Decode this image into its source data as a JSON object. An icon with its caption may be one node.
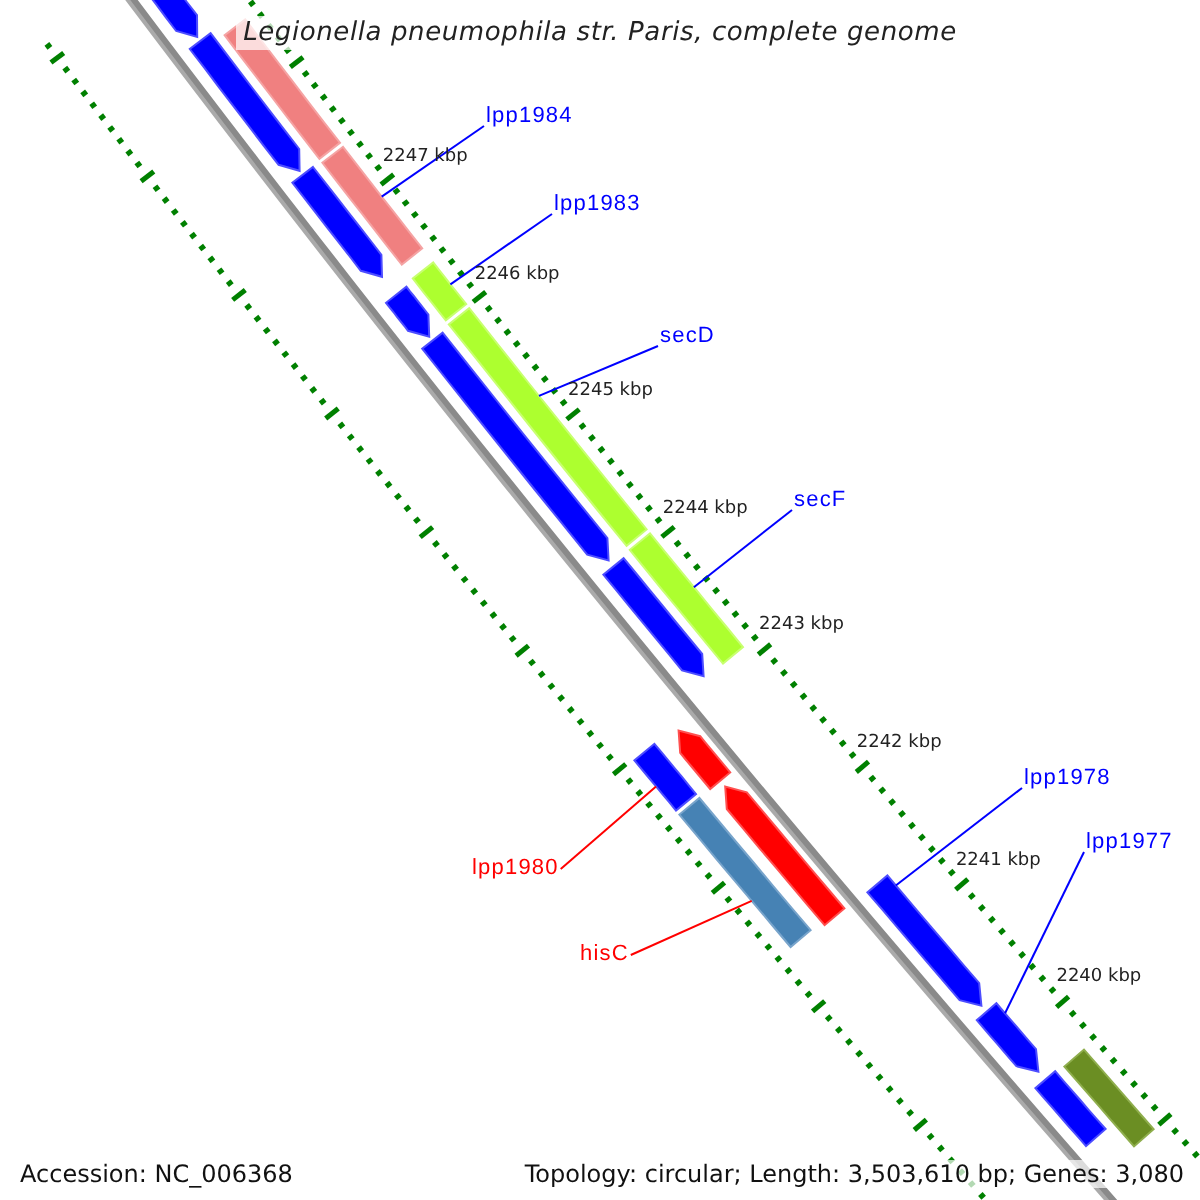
{
  "diagram": {
    "title": "Legionella pneumophila str. Paris, complete genome",
    "nodes": [
      {
        "text": [
          "lpp1984"
        ]
      },
      {
        "text": [
          "lpp1983"
        ]
      },
      {
        "text": [
          "secD"
        ]
      },
      {
        "text": [
          "secF"
        ]
      },
      {
        "text": [
          "lpp1978"
        ]
      },
      {
        "text": [
          "lpp1977"
        ]
      },
      {
        "text": [
          "lpp1980"
        ]
      },
      {
        "text": [
          "hisC"
        ]
      },
      {
        "text": [],
        "shape": "bar"
      },
      {
        "text": [],
        "shape": "bar"
      },
      {
        "text": [],
        "shape": "bar"
      },
      {
        "text": [],
        "shape": "bar"
      },
      {
        "text": [],
        "shape": "bar"
      },
      {
        "text": [],
        "shape": "bar"
      },
      {
        "text": [],
        "shape": "bar"
      },
      {
        "text": [],
        "shape": "bar"
      },
      {
        "text": [],
        "shape": "bar"
      },
      {
        "text": [],
        "shape": "bar"
      },
      {
        "text": [],
        "shape": "bar"
      },
      {
        "text": [],
        "shape": "bar"
      },
      {
        "text": [],
        "shape": "bar"
      },
      {
        "text": [],
        "shape": "bar"
      },
      {
        "text": [],
        "shape": "bar"
      },
      {
        "text": [],
        "shape": "bar"
      },
      {
        "text": [],
        "shape": "bar"
      },
      {
        "text": [],
        "shape": "bar"
      },
      {
        "text": [],
        "shape": "bar"
      }
    ],
    "edges": [
      {
        "from": 0,
        "to": 11,
        "arrow": "none"
      },
      {
        "from": 1,
        "to": 13,
        "arrow": "none"
      },
      {
        "from": 2,
        "to": 15,
        "arrow": "none"
      },
      {
        "from": 3,
        "to": 17,
        "arrow": "none"
      },
      {
        "from": 4,
        "to": 23,
        "arrow": "none"
      },
      {
        "from": 5,
        "to": 24,
        "arrow": "none"
      },
      {
        "from": 6,
        "to": 19,
        "arrow": "none",
        "color": "#ff0000"
      },
      {
        "from": 7,
        "to": 21,
        "arrow": "none",
        "color": "#ff0000"
      }
    ],
    "labels": [
      "2247 kbp",
      "2246 kbp",
      "2245 kbp",
      "2244 kbp",
      "2243 kbp",
      "2242 kbp",
      "2241 kbp",
      "2240 kbp",
      "Accession: NC_006368",
      "Topology: circular; Length: 3,503,610 bp; Genes: 3,080"
    ]
  }
}
